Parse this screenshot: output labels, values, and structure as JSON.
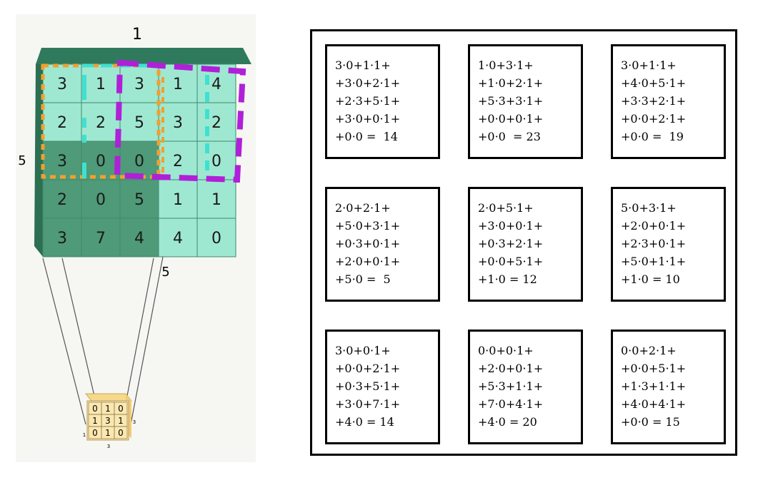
{
  "input": {
    "depth_label": "1",
    "height_label": "5",
    "width_label": "5",
    "grid": [
      [
        "3",
        "1",
        "3",
        "1",
        "4"
      ],
      [
        "2",
        "2",
        "5",
        "3",
        "2"
      ],
      [
        "3",
        "0",
        "0",
        "2",
        "0"
      ],
      [
        "2",
        "0",
        "5",
        "1",
        "1"
      ],
      [
        "3",
        "7",
        "4",
        "4",
        "0"
      ]
    ]
  },
  "kernel": {
    "grid": [
      [
        "0",
        "1",
        "0"
      ],
      [
        "1",
        "3",
        "1"
      ],
      [
        "0",
        "1",
        "0"
      ]
    ],
    "side_label": "3",
    "bottom_label": "3",
    "depth_label": "1"
  },
  "calculations": [
    [
      "3·0+1·1+",
      "+3·0+2·1+",
      "+2·3+5·1+",
      "+3·0+0·1+",
      "+0·0 =  14"
    ],
    [
      "1·0+3·1+",
      "+1·0+2·1+",
      "+5·3+3·1+",
      "+0·0+0·1+",
      "+0·0  = 23"
    ],
    [
      "3·0+1·1+",
      "+4·0+5·1+",
      "+3·3+2·1+",
      "+0·0+2·1+",
      "+0·0 =  19"
    ],
    [
      "2·0+2·1+",
      "+5·0+3·1+",
      "+0·3+0·1+",
      "+2·0+0·1+",
      "+5·0 =  5"
    ],
    [
      "2·0+5·1+",
      "+3·0+0·1+",
      "+0·3+2·1+",
      "+0·0+5·1+",
      "+1·0 = 12"
    ],
    [
      "5·0+3·1+",
      "+2·0+0·1+",
      "+2·3+0·1+",
      "+5·0+1·1+",
      "+1·0 = 10"
    ],
    [
      "3·0+0·1+",
      "+0·0+2·1+",
      "+0·3+5·1+",
      "+3·0+7·1+",
      "+4·0 = 14"
    ],
    [
      "0·0+0·1+",
      "+2·0+0·1+",
      "+5·3+1·1+",
      "+7·0+4·1+",
      "+4·0 = 20"
    ],
    [
      "0·0+2·1+",
      "+0·0+5·1+",
      "+1·3+1·1+",
      "+4·0+4·1+",
      "+0·0 = 15"
    ]
  ],
  "colors": {
    "cell_light": "#9ee8d2",
    "cell_dark": "#4f9a78",
    "cube_top": "#2f7a5c",
    "cube_side": "#3d8566",
    "orange_window": "#f0a030",
    "magenta_window": "#b020d8",
    "cyan_dash": "#40e0d0",
    "kernel_fill": "#fbe8b0"
  }
}
